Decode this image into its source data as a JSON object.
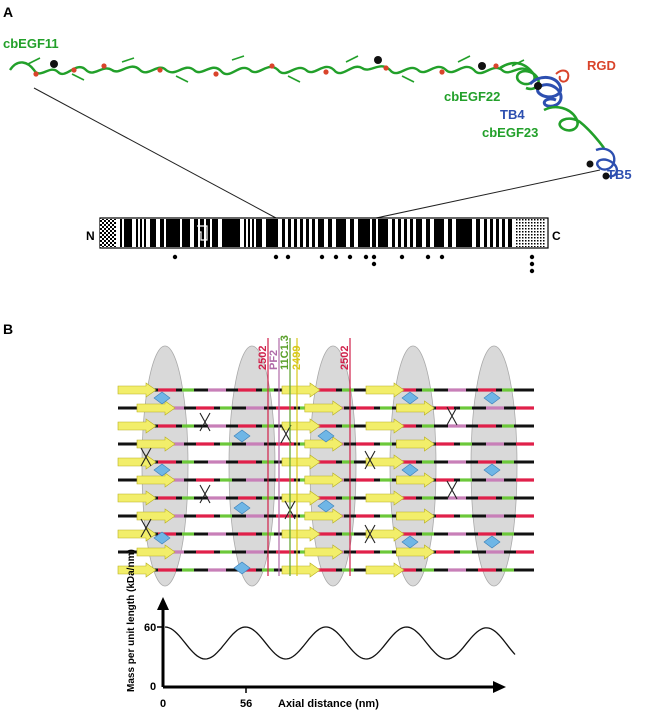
{
  "panel_a": {
    "panel_label": "A",
    "domain_labels": {
      "cbegf11": "cbEGF11",
      "rgd": "RGD",
      "cbegf22": "cbEGF22",
      "tb4": "TB4",
      "cbegf23": "cbEGF23",
      "tb5": "TB5"
    },
    "n_label": "N",
    "c_label": "C",
    "colors": {
      "egf": "#22a02a",
      "tb": "#2d4fb0",
      "rgd": "#d9442b",
      "calcium": "#111111"
    }
  },
  "panel_b": {
    "panel_label": "B",
    "antibody_labels": [
      {
        "text": "2502",
        "color": "#d0204a"
      },
      {
        "text": "PF2",
        "color": "#b06aa8"
      },
      {
        "text": "11C1.3",
        "color": "#5aa02a"
      },
      {
        "text": "2499",
        "color": "#d8c81a"
      },
      {
        "text": "2502",
        "color": "#d0204a"
      }
    ],
    "colors": {
      "arrow": "#f2ee6a",
      "diamond": "#6fb6e6",
      "red": "#e0204a",
      "green": "#6cc83a",
      "pink": "#c87fb8",
      "ellipse": "#d6d6d6"
    }
  },
  "graph": {
    "ylabel": "Mass per unit length (kDa/nm)",
    "xlabel": "Axial distance (nm)",
    "y_tick": "60",
    "y_zero": "0",
    "x_zero": "0",
    "x_tick": "56"
  }
}
